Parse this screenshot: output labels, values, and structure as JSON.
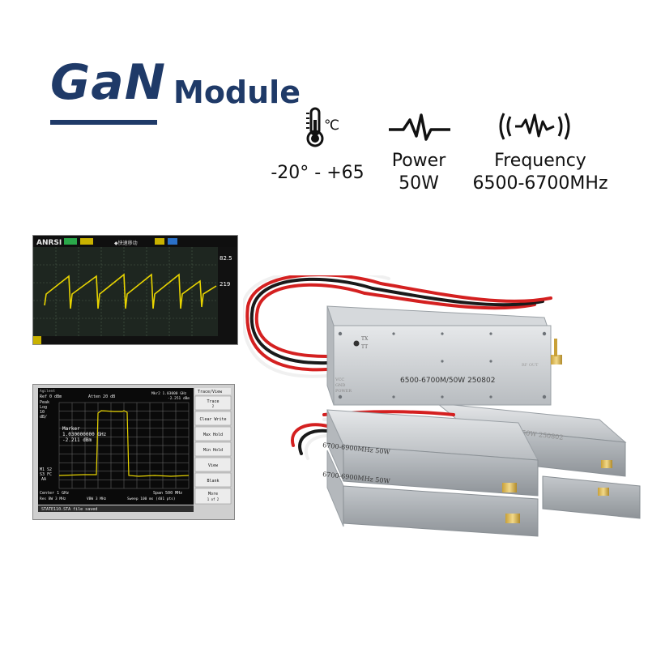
{
  "title": {
    "main": "GaN",
    "sub": "Module"
  },
  "specs": {
    "temperature": {
      "icon": "thermometer-icon",
      "unit_label": "℃",
      "value": "-20° - +65"
    },
    "power": {
      "icon": "power-wave-icon",
      "label": "Power",
      "value": "50W"
    },
    "frequency": {
      "icon": "frequency-wave-icon",
      "label": "Frequency",
      "value": "6500-6700MHz"
    }
  },
  "oscilloscope": {
    "brand": "ANRSI",
    "header_text": "◆快速移动",
    "readouts": [
      "82.5",
      "219"
    ]
  },
  "spectrum": {
    "brand": "Agilent",
    "header_left": "Ref 0 dBm",
    "header_mid": "Atten 20 dB",
    "header_right_1": "Mkr2 1.03000 GHz",
    "header_right_2": "-2.251 dBm",
    "left_labels": [
      "Peak",
      "Log",
      "10",
      "dB/"
    ],
    "left_labels_2": [
      "M1 S2",
      "S3 FC",
      "AA"
    ],
    "marker_label": "Marker",
    "marker_freq": "1.030000000 GHz",
    "marker_level": "-2.211 dBm",
    "footer_1_left": "Center 1 GHz",
    "footer_1_right": "Span 500 MHz",
    "footer_2_left": "Res BW 3 MHz",
    "footer_2_mid": "VBW 3 MHz",
    "footer_2_right": "Sweep 100 ms (401 pts)",
    "status": "STATE110.STA file saved",
    "menu_title": "Trace/View",
    "menu": [
      "Trace",
      "Clear Write",
      "Max Hold",
      "Min Hold",
      "View",
      "Blank",
      "More"
    ],
    "menu_sub": [
      "2",
      "",
      "",
      "",
      "",
      "",
      "1 of 2"
    ]
  },
  "modules": {
    "top_label": "6500-6700M/50W 250802",
    "top_side_1": "TX",
    "top_side_2": "TT",
    "top_left_1": "VCC",
    "top_left_2": "GND",
    "top_left_3": "POWER",
    "top_rf": "RF OUT",
    "mid_label_1": "6700-6900MHz 50W",
    "mid_label_2": "6700-6900MHz 50W",
    "back_label": "6700-6900M/50W 250802"
  },
  "colors": {
    "title_blue": "#1f3a68",
    "scope_trace": "#e8d400",
    "spectrum_trace": "#e8d400",
    "wire_red": "#d42020",
    "wire_black": "#1a1a1a",
    "wire_white": "#f0f0f0",
    "aluminum": "#c9cdd1"
  }
}
